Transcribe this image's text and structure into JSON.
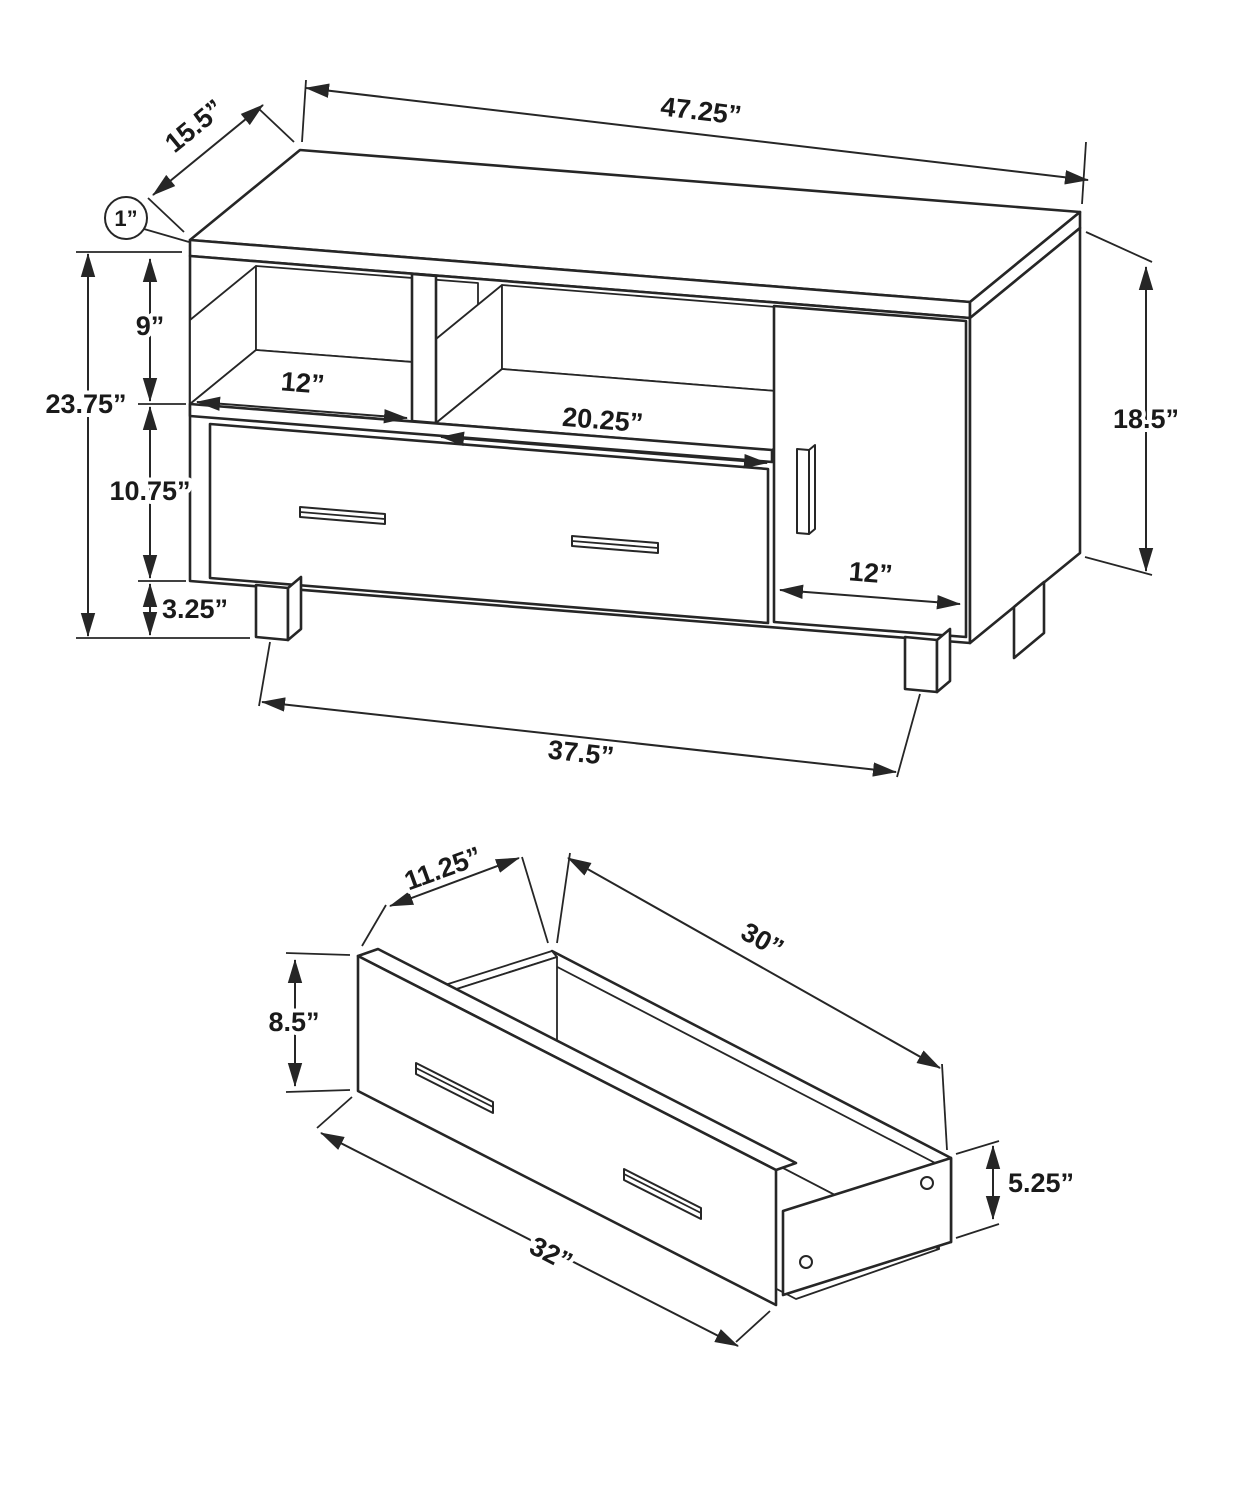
{
  "page": {
    "background": "#ffffff",
    "line_color": "#262626"
  },
  "tv_stand": {
    "top_depth": "15.5”",
    "top_width": "47.25”",
    "top_thickness": "1”",
    "overall_height": "23.75”",
    "open_shelf_height": "9”",
    "drawer_section_height": "10.75”",
    "base_height": "3.25”",
    "left_cubby_width": "12”",
    "middle_cubby_width": "20.25”",
    "door_width": "12”",
    "leg_span_width": "37.5”",
    "side_panel_height": "18.5”"
  },
  "drawer_detail": {
    "inner_depth": "11.25”",
    "inner_length": "30”",
    "front_height": "8.5”",
    "side_height": "5.25”",
    "front_width": "32”"
  }
}
